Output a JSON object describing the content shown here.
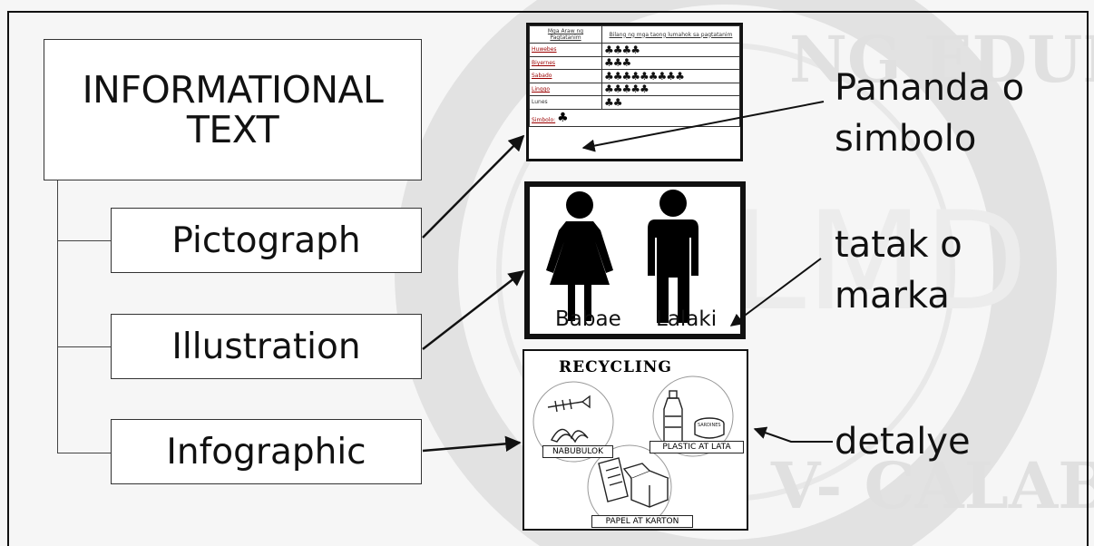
{
  "root": {
    "line1": "INFORMATIONAL",
    "line2": "TEXT"
  },
  "branches": [
    {
      "label": "Pictograph"
    },
    {
      "label": "Illustration"
    },
    {
      "label": "Infographic"
    }
  ],
  "annotations": {
    "symbol": {
      "line1": "Pananda o",
      "line2": "simbolo"
    },
    "mark": {
      "line1": "tatak o",
      "line2": "marka"
    },
    "detail": "detalye"
  },
  "pictograph": {
    "header_col1": "Mga Araw ng Pagtatanim",
    "header_col2": "Bilang ng mga taong lumahok sa pagtatanim",
    "rows": [
      {
        "day": "Huwebes",
        "trees": "♣♣♣♣"
      },
      {
        "day": "Biyernes",
        "trees": "♣♣♣"
      },
      {
        "day": "Sabado",
        "trees": "♣♣♣♣♣♣♣♣♣"
      },
      {
        "day": "Linggo",
        "trees": "♣♣♣♣♣"
      },
      {
        "day": "Lunes",
        "trees": "♣♣"
      }
    ],
    "legend_label": "Simbolo:",
    "legend_icon": "♣"
  },
  "illustration": {
    "female_label": "Babae",
    "male_label": "Lalaki"
  },
  "infographic": {
    "title": "RECYCLING",
    "ribbons": [
      "NABUBULOK",
      "PLASTIC AT LATA",
      "PAPEL AT KARTON"
    ],
    "can_label": "SARDINES"
  },
  "colors": {
    "line": "#111111",
    "table_text": "#9b0000"
  }
}
